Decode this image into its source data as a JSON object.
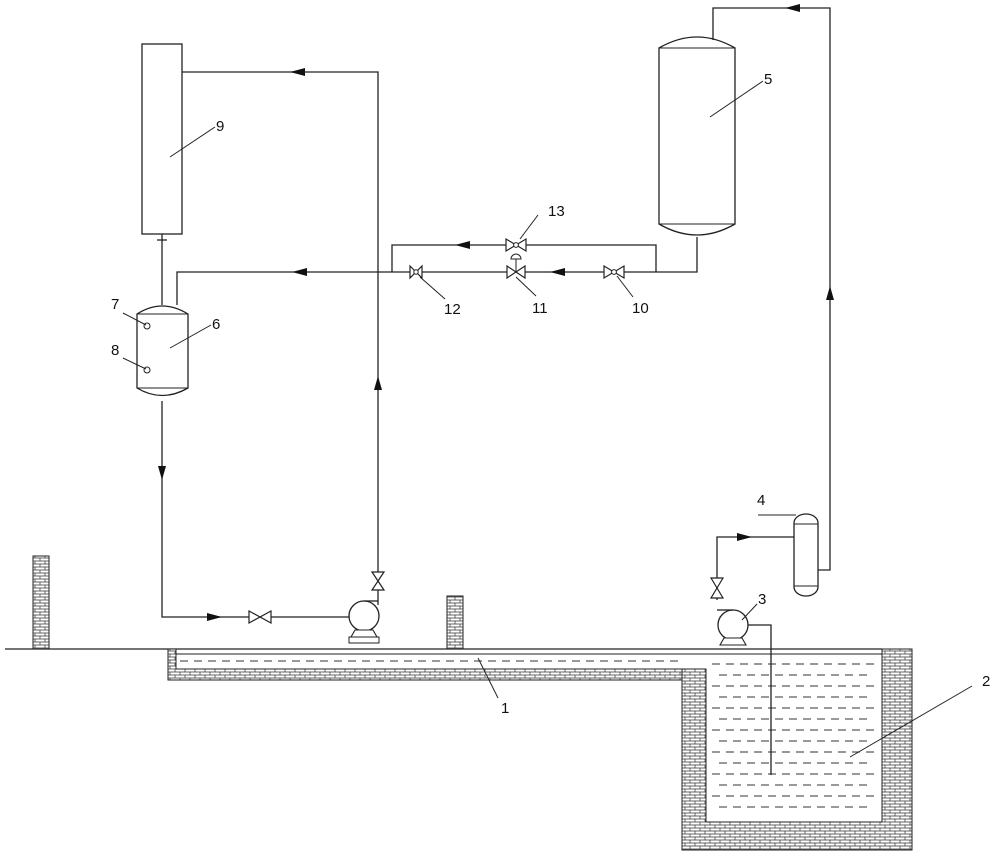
{
  "labels": {
    "l1": "1",
    "l2": "2",
    "l3": "3",
    "l4": "4",
    "l5": "5",
    "l6": "6",
    "l7": "7",
    "l8": "8",
    "l9": "9",
    "l10": "10",
    "l11": "11",
    "l12": "12",
    "l13": "13"
  },
  "colors": {
    "line": "#222222",
    "background": "#ffffff"
  }
}
